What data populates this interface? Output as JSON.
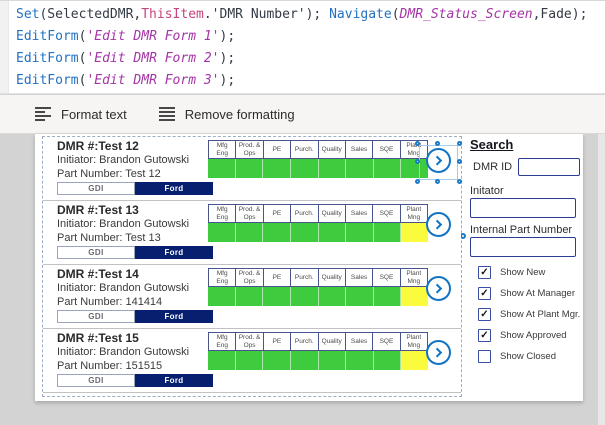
{
  "formula_bar": {
    "lines": [
      {
        "tokens": [
          {
            "t": "Set",
            "c": "fn"
          },
          {
            "t": "(SelectedDMR,",
            "c": "pl"
          },
          {
            "t": "ThisItem",
            "c": "ti"
          },
          {
            "t": ".'DMR Number'",
            "c": "pl"
          },
          {
            "t": "); ",
            "c": "pl"
          },
          {
            "t": "Navigate",
            "c": "fn"
          },
          {
            "t": "(",
            "c": "pl"
          },
          {
            "t": "DMR_Status_Screen",
            "c": "id"
          },
          {
            "t": ",Fade);",
            "c": "pl"
          }
        ]
      },
      {
        "tokens": [
          {
            "t": "EditForm",
            "c": "fn"
          },
          {
            "t": "(",
            "c": "pl"
          },
          {
            "t": "'Edit DMR Form 1'",
            "c": "id"
          },
          {
            "t": ");",
            "c": "pl"
          }
        ]
      },
      {
        "tokens": [
          {
            "t": "EditForm",
            "c": "fn"
          },
          {
            "t": "(",
            "c": "pl"
          },
          {
            "t": "'Edit DMR Form 2'",
            "c": "id"
          },
          {
            "t": ");",
            "c": "pl"
          }
        ]
      },
      {
        "tokens": [
          {
            "t": "EditForm",
            "c": "fn"
          },
          {
            "t": "(",
            "c": "pl"
          },
          {
            "t": "'Edit DMR Form 3'",
            "c": "id"
          },
          {
            "t": ");",
            "c": "pl"
          }
        ]
      }
    ]
  },
  "toolbar": {
    "format_text_label": "Format text",
    "remove_formatting_label": "Remove formatting"
  },
  "gallery": {
    "status_columns": [
      "Mfg\nEng",
      "Prod. &\nOps",
      "PE",
      "Purch.",
      "Quality",
      "Sales",
      "SQE",
      "Plant\nMng"
    ],
    "cards": [
      {
        "dmr_number": "DMR #:Test 12",
        "initiator": "Initiator: Brandon Gutowski",
        "part_number": "Part Number: Test 12",
        "tags": [
          "GDI",
          "Ford"
        ],
        "statuses": [
          "green",
          "green",
          "green",
          "green",
          "green",
          "green",
          "green",
          "green"
        ],
        "selected": true
      },
      {
        "dmr_number": "DMR #:Test 13",
        "initiator": "Initiator: Brandon Gutowski",
        "part_number": "Part Number: Test 13",
        "tags": [
          "GDI",
          "Ford"
        ],
        "statuses": [
          "green",
          "green",
          "green",
          "green",
          "green",
          "green",
          "green",
          "yellow"
        ],
        "selected": false
      },
      {
        "dmr_number": "DMR #:Test 14",
        "initiator": "Initiator: Brandon Gutowski",
        "part_number": "Part Number: 141414",
        "tags": [
          "GDI",
          "Ford"
        ],
        "statuses": [
          "green",
          "green",
          "green",
          "green",
          "green",
          "green",
          "green",
          "yellow"
        ],
        "selected": false
      },
      {
        "dmr_number": "DMR #:Test 15",
        "initiator": "Initiator: Brandon Gutowski",
        "part_number": "Part Number: 151515",
        "tags": [
          "GDI",
          "Ford"
        ],
        "statuses": [
          "green",
          "green",
          "green",
          "green",
          "green",
          "green",
          "green",
          "yellow"
        ],
        "selected": false
      }
    ]
  },
  "search_panel": {
    "title": "Search",
    "fields": [
      {
        "label": "DMR ID",
        "value": ""
      },
      {
        "label": "Initator",
        "value": ""
      },
      {
        "label": "Internal Part Number",
        "value": ""
      }
    ],
    "checkboxes": [
      {
        "label": "Show New",
        "checked": true
      },
      {
        "label": "Show At Manager",
        "checked": true
      },
      {
        "label": "Show At Plant Mgr.",
        "checked": true
      },
      {
        "label": "Show Approved",
        "checked": true
      },
      {
        "label": "Show Closed",
        "checked": false
      }
    ]
  },
  "colors": {
    "status_green": "#3ecb3e",
    "status_yellow": "#fbfb3d",
    "ford_navy": "#071f6e",
    "accent_blue": "#1173c1",
    "check_glyph": "✓"
  }
}
